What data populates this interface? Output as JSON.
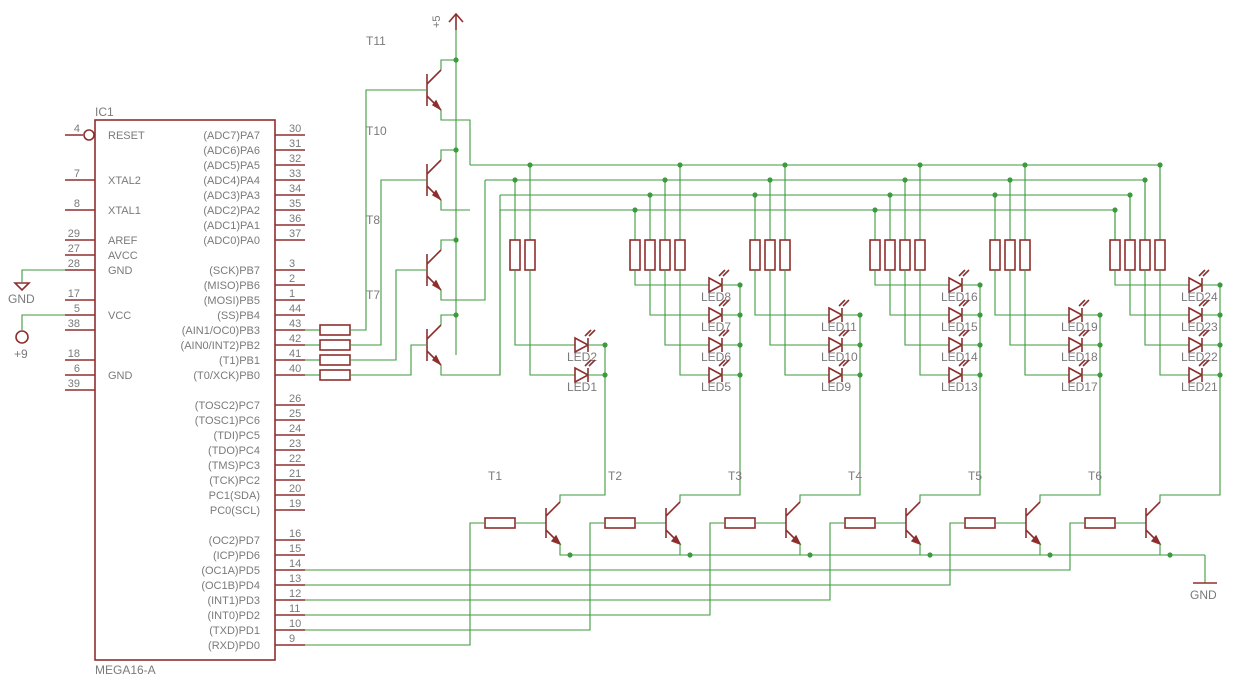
{
  "ic": {
    "ref": "IC1",
    "value": "MEGA16-A",
    "left_pins": [
      {
        "num": "4",
        "label": "RESET"
      },
      {
        "num": "7",
        "label": "XTAL2"
      },
      {
        "num": "8",
        "label": "XTAL1"
      },
      {
        "num": "29",
        "label": "AREF"
      },
      {
        "num": "27",
        "label": "AVCC"
      },
      {
        "num": "28",
        "label": "GND"
      },
      {
        "num": "17",
        "label": ""
      },
      {
        "num": "5",
        "label": "VCC"
      },
      {
        "num": "38",
        "label": ""
      },
      {
        "num": "18",
        "label": ""
      },
      {
        "num": "6",
        "label": "GND"
      },
      {
        "num": "39",
        "label": ""
      }
    ],
    "right_pins": [
      {
        "num": "30",
        "label": "(ADC7)PA7"
      },
      {
        "num": "31",
        "label": "(ADC6)PA6"
      },
      {
        "num": "32",
        "label": "(ADC5)PA5"
      },
      {
        "num": "33",
        "label": "(ADC4)PA4"
      },
      {
        "num": "34",
        "label": "(ADC3)PA3"
      },
      {
        "num": "35",
        "label": "(ADC2)PA2"
      },
      {
        "num": "36",
        "label": "(ADC1)PA1"
      },
      {
        "num": "37",
        "label": "(ADC0)PA0"
      },
      {
        "num": "3",
        "label": "(SCK)PB7"
      },
      {
        "num": "2",
        "label": "(MISO)PB6"
      },
      {
        "num": "1",
        "label": "(MOSI)PB5"
      },
      {
        "num": "44",
        "label": "(SS)PB4"
      },
      {
        "num": "43",
        "label": "(AIN1/OC0)PB3"
      },
      {
        "num": "42",
        "label": "(AIN0/INT2)PB2"
      },
      {
        "num": "41",
        "label": "(T1)PB1"
      },
      {
        "num": "40",
        "label": "(T0/XCK)PB0"
      },
      {
        "num": "26",
        "label": "(TOSC2)PC7"
      },
      {
        "num": "25",
        "label": "(TOSC1)PC6"
      },
      {
        "num": "24",
        "label": "(TDI)PC5"
      },
      {
        "num": "23",
        "label": "(TDO)PC4"
      },
      {
        "num": "22",
        "label": "(TMS)PC3"
      },
      {
        "num": "21",
        "label": "(TCK)PC2"
      },
      {
        "num": "20",
        "label": "PC1(SDA)"
      },
      {
        "num": "19",
        "label": "PC0(SCL)"
      },
      {
        "num": "16",
        "label": "(OC2)PD7"
      },
      {
        "num": "15",
        "label": "(ICP)PD6"
      },
      {
        "num": "14",
        "label": "(OC1A)PD5"
      },
      {
        "num": "13",
        "label": "(OC1B)PD4"
      },
      {
        "num": "12",
        "label": "(INT1)PD3"
      },
      {
        "num": "11",
        "label": "(INT0)PD2"
      },
      {
        "num": "10",
        "label": "(TXD)PD1"
      },
      {
        "num": "9",
        "label": "(RXD)PD0"
      }
    ]
  },
  "supplies": {
    "vcc_label": "+5",
    "gnd_left_label": "GND",
    "plus9_label": "+9",
    "gnd_right_label": "GND"
  },
  "row_transistors": [
    "T11",
    "T10",
    "T8",
    "T7"
  ],
  "column_transistors": [
    "T1",
    "T2",
    "T3",
    "T4",
    "T5",
    "T6"
  ],
  "led_groups": [
    [
      "LED2",
      "LED1"
    ],
    [
      "LED8",
      "LED7",
      "LED6",
      "LED5"
    ],
    [
      "LED11",
      "LED10",
      "LED9"
    ],
    [
      "LED16",
      "LED15",
      "LED14",
      "LED13"
    ],
    [
      "LED19",
      "LED18",
      "LED17"
    ],
    [
      "LED24",
      "LED23",
      "LED22",
      "LED21"
    ]
  ],
  "colors": {
    "wire": "#3d9a3d",
    "device": "#8e2f2f",
    "text": "#7a7a7a"
  }
}
